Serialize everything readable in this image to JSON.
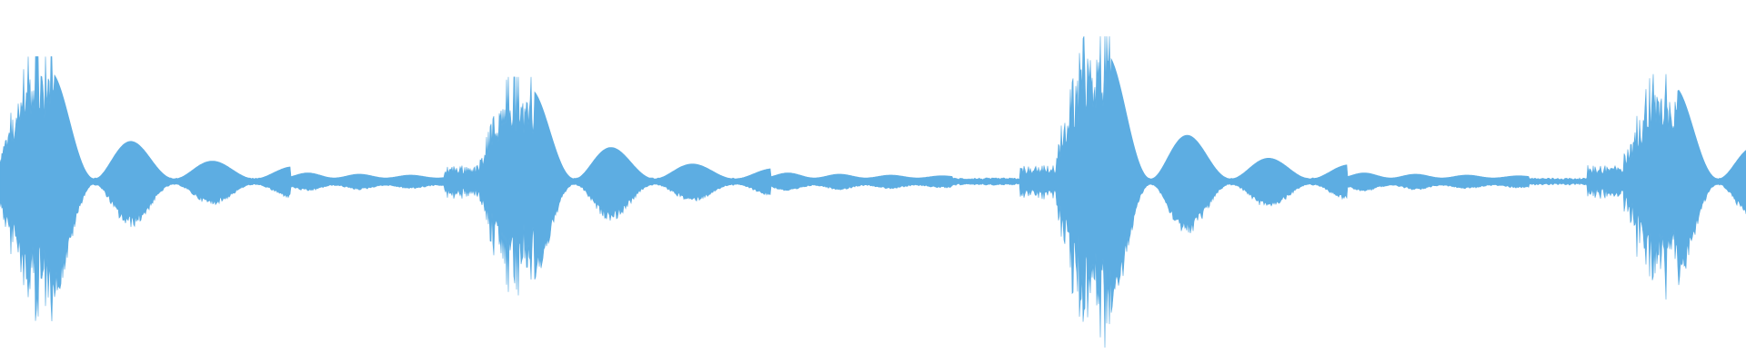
{
  "waveform": {
    "color": "#5DADE2",
    "background": "#FFFFFF",
    "bursts": [
      {
        "onset": 0.0,
        "peak": 0.86
      },
      {
        "onset": 0.275,
        "peak": 0.72
      },
      {
        "onset": 0.605,
        "peak": 1.0
      },
      {
        "onset": 0.93,
        "peak": 0.74
      }
    ]
  }
}
